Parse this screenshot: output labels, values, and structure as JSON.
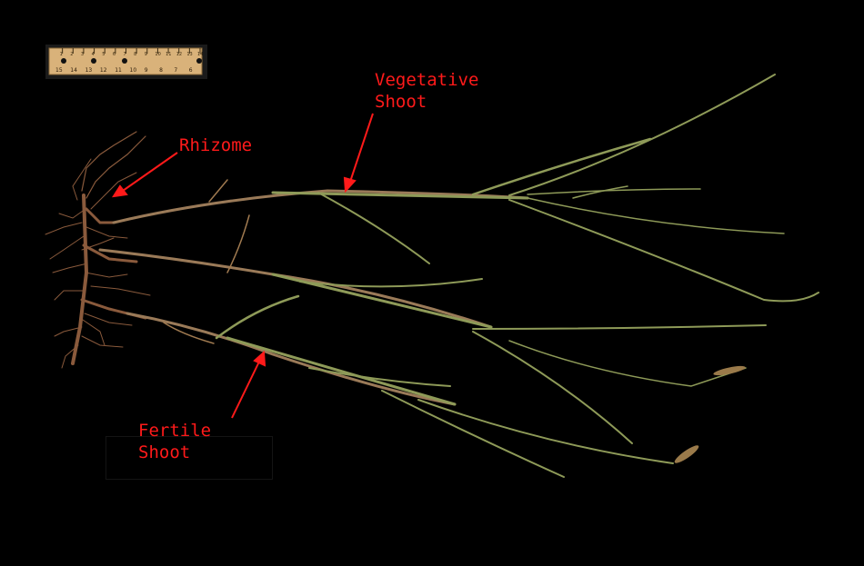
{
  "labels": {
    "vegetative_line1": "Vegetative",
    "vegetative_line2": "Shoot",
    "rhizome": "Rhizome",
    "fertile_line1": "Fertile",
    "fertile_line2": "Shoot"
  },
  "ruler": {
    "numbers": [
      "1",
      "2",
      "3",
      "4",
      "5",
      "6",
      "7",
      "8",
      "9",
      "10",
      "11",
      "12",
      "13",
      "14"
    ],
    "bottom_marks": [
      "15",
      "14",
      "13",
      "12",
      "11",
      "10",
      "9",
      "8",
      "7",
      "6"
    ]
  },
  "colors": {
    "background": "#000000",
    "label_text": "#ff1a1a",
    "arrow": "#ff1a1a",
    "grass_blade": "#8e9a58",
    "rhizome_root": "#8a5a3c",
    "ruler_wood": "#d9b27a"
  }
}
